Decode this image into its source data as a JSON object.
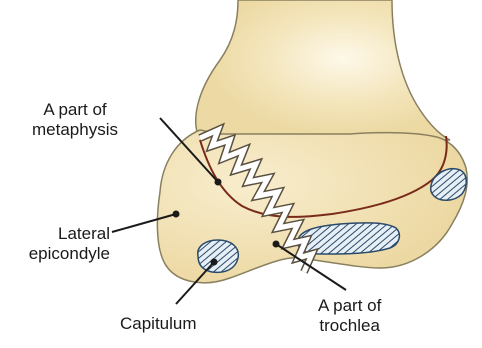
{
  "labels": {
    "metaphysis": {
      "line1": "A part of",
      "line2": "metaphysis"
    },
    "lateral_epicondyle": {
      "line1": "Lateral",
      "line2": "epicondyle"
    },
    "capitulum": "Capitulum",
    "trochlea": {
      "line1": "A part of",
      "line2": "trochlea"
    }
  },
  "colors": {
    "bone_fill": "#f3e3b5",
    "bone_outline": "#8a8060",
    "physis_line": "#7a2a1a",
    "hatch": "#2a4a6a",
    "leader": "#1a1a1a"
  }
}
